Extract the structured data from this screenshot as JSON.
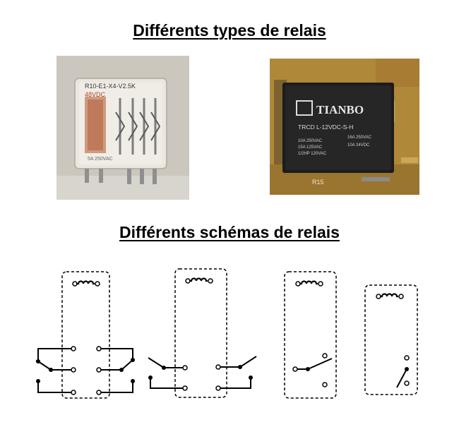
{
  "titles": {
    "types": "Différents types de relais",
    "schemas": "Différents schémas de relais"
  },
  "photos": {
    "relay1": {
      "label_model": "R10-E1-X4-V2.5K",
      "label_voltage": "48VDC",
      "label_rating": "5A  250VAC"
    },
    "relay2": {
      "brand": "TIANBO",
      "model": "TRCD L-12VDC-S-H",
      "rating_left": [
        "10A 250VAC",
        "15A 125VAC",
        "1/2HP 120VAC"
      ],
      "rating_right": [
        "16A 250VAC",
        "10A 24VDC"
      ],
      "board_label": "R15"
    }
  },
  "colors": {
    "title": "#000000",
    "line": "#000000",
    "photo1_bg": "#c9c5bd",
    "photo2_pcb": "#b0883a"
  },
  "icons": [
    "coil-icon",
    "relay-photo-4pdt",
    "relay-photo-pcb"
  ]
}
